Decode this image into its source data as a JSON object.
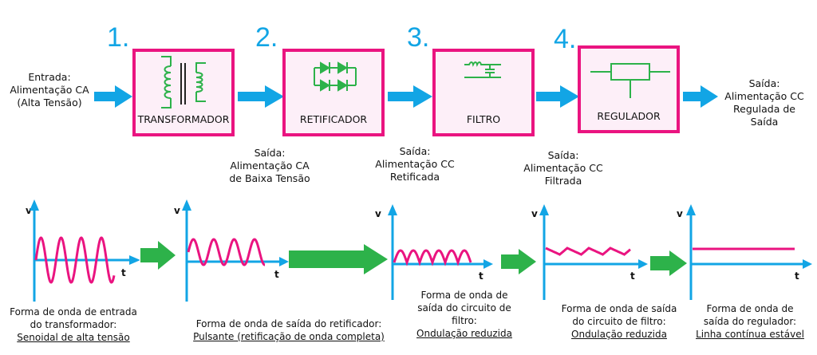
{
  "colors": {
    "block_border": "#ea1480",
    "block_fill": "#fdeff8",
    "number": "#12a5e5",
    "flow_arrow": "#12a5e5",
    "wave_arrow": "#2db24a",
    "icon": "#2db24a",
    "waveform": "#ea1480",
    "axis": "#12a5e5"
  },
  "input": {
    "lines": [
      "Entrada:",
      "Alimentação CA",
      "(Alta Tensão)"
    ]
  },
  "blocks": [
    {
      "number": "1.",
      "label": "TRANSFORMADOR",
      "icon": "transformer-icon"
    },
    {
      "number": "2.",
      "label": "RETIFICADOR",
      "icon": "bridge-rectifier-icon"
    },
    {
      "number": "3.",
      "label": "FILTRO",
      "icon": "lc-filter-icon"
    },
    {
      "number": "4.",
      "label": "REGULADOR",
      "icon": "regulator-icon"
    }
  ],
  "intermediate_outputs": [
    {
      "lines": [
        "Saída:",
        "Alimentação CA",
        "de Baixa Tensão"
      ]
    },
    {
      "lines": [
        "Saída:",
        "Alimentação CC",
        "Retificada"
      ]
    },
    {
      "lines": [
        "Saída:",
        "Alimentação CC",
        "Filtrada"
      ]
    }
  ],
  "final_output": {
    "lines": [
      "Saída:",
      "Alimentação CC",
      "Regulada de",
      "Saída"
    ]
  },
  "axis_labels": {
    "y": "v",
    "x": "t"
  },
  "waveforms": [
    {
      "type": "sine-high-voltage",
      "caption": [
        "Forma de onda de entrada",
        "do transformador:"
      ],
      "caption_underlined": "Senoidal de alta tensão"
    },
    {
      "type": "sine-low-voltage",
      "caption": [
        "Forma de onda de saída do retificador:"
      ],
      "caption_underlined": "Pulsante (retificação de onda completa)"
    },
    {
      "type": "full-wave-rectified",
      "caption": [
        "Forma de onda de",
        "saída do circuito de",
        "filtro:"
      ],
      "caption_underlined": "Ondulação reduzida"
    },
    {
      "type": "ripple",
      "caption": [
        "Forma de onda de saída",
        "do circuito de filtro:"
      ],
      "caption_underlined": "Ondulação reduzida"
    },
    {
      "type": "flat-dc",
      "caption": [
        "Forma de onda de",
        "saída do regulador:"
      ],
      "caption_underlined": "Linha contínua estável"
    }
  ]
}
